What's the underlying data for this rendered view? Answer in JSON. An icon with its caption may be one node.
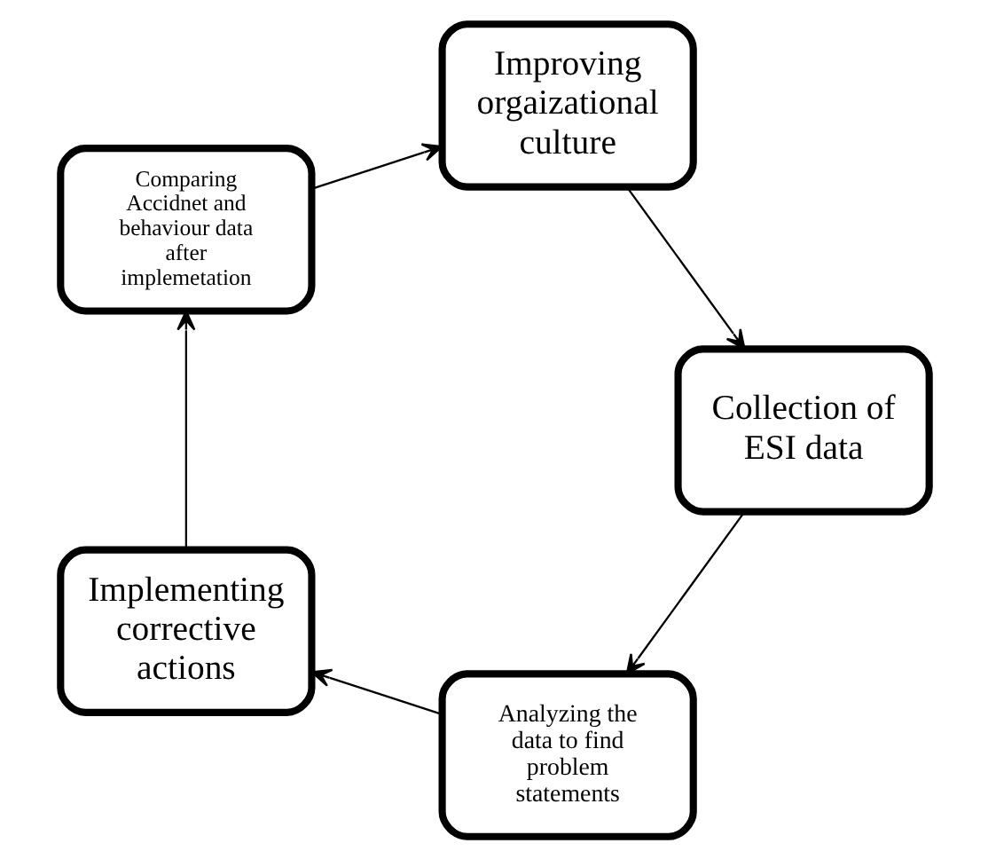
{
  "diagram": {
    "nodes": [
      {
        "text": [
          "Analyzing the data to find problem statements"
        ]
      },
      {
        "text": [
          "Implementing corrective actions"
        ]
      },
      {
        "text": [
          "Comparing Accidnet and behaviour data after implemetation"
        ]
      },
      {
        "text": [
          "Improving orgaizational culture"
        ]
      },
      {
        "text": [
          "Collection of ESI data"
        ]
      }
    ],
    "edges": [
      {
        "from": 0,
        "to": 1,
        "arrow": "to"
      },
      {
        "from": 1,
        "to": 2,
        "arrow": "to"
      },
      {
        "from": 2,
        "to": 3,
        "arrow": "to"
      },
      {
        "from": 3,
        "to": 4,
        "arrow": "to"
      },
      {
        "from": 4,
        "to": 0,
        "arrow": "to"
      }
    ]
  }
}
